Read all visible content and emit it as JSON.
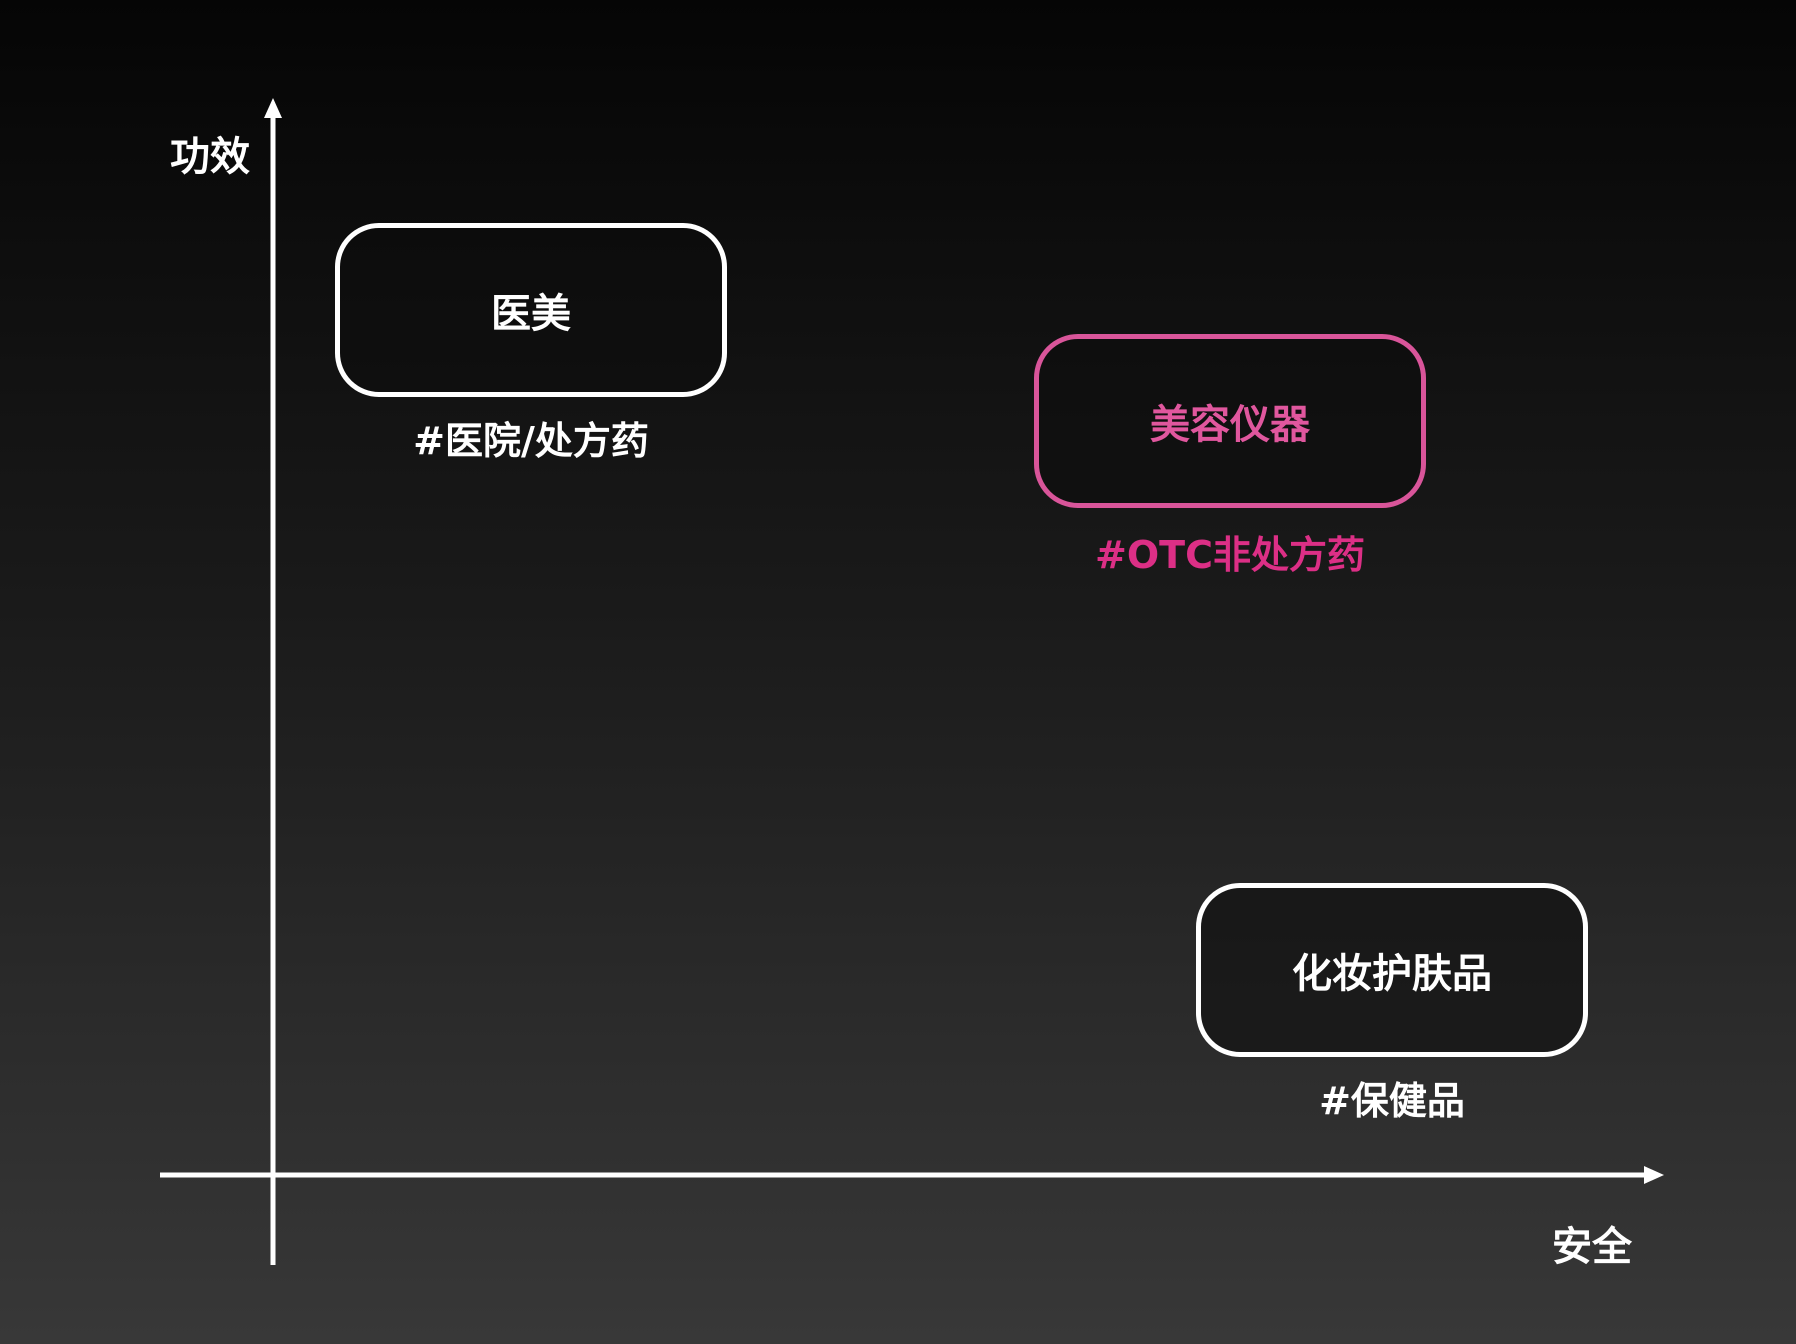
{
  "axes": {
    "y_label": "功效",
    "x_label": "安全"
  },
  "colors": {
    "background_top": "#050505",
    "background_bottom": "#383838",
    "primary": "#ffffff",
    "accent": "#dc2f86"
  },
  "quadrant_items": [
    {
      "label": "医美",
      "tag": "#医院/处方药",
      "highlight": false
    },
    {
      "label": "美容仪器",
      "tag": "#OTC非处方药",
      "highlight": true
    },
    {
      "label": "化妆护肤品",
      "tag": "#保健品",
      "highlight": false
    }
  ]
}
